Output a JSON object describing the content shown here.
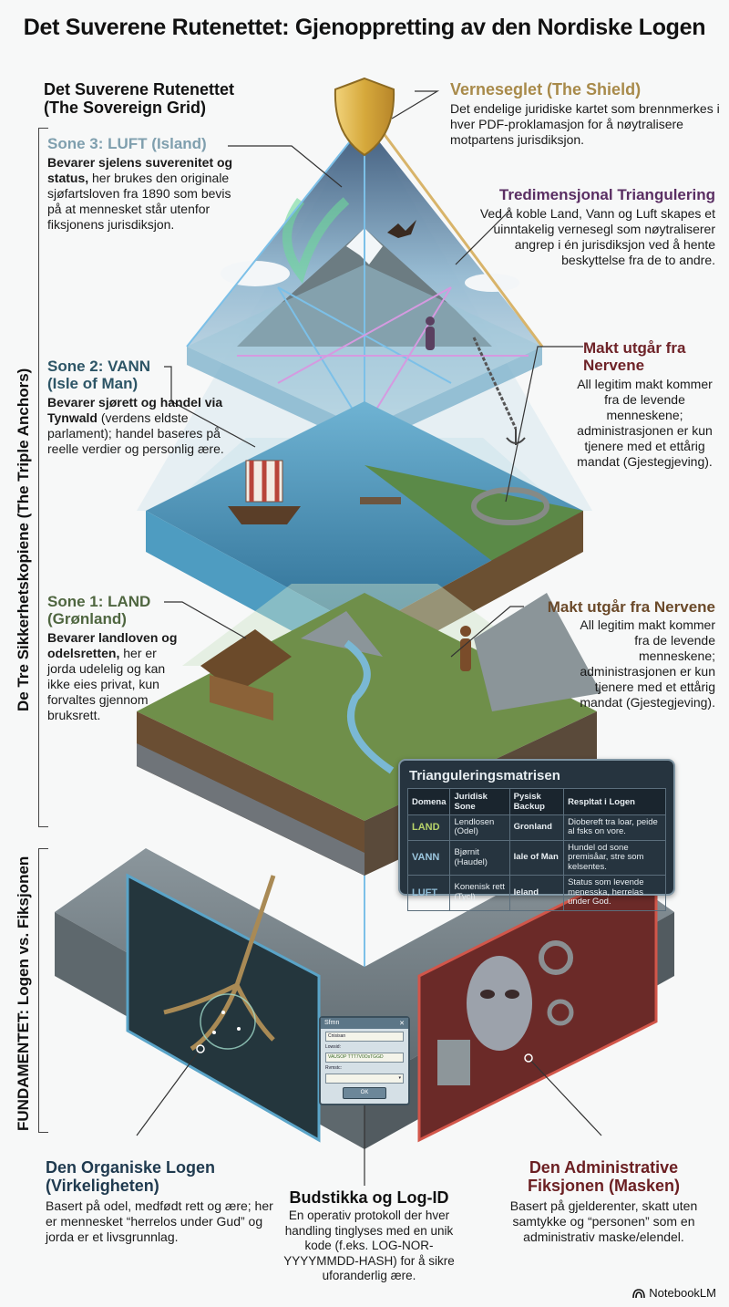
{
  "title": "Det Suverene Rutenettet: Gjenoppretting av den Nordiske Logen",
  "grid_heading": {
    "line1": "Det Suverene Rutenettet",
    "line2": "(The Sovereign Grid)"
  },
  "side_labels": {
    "anchors": "De Tre Sikkerhetskopiene (The Triple Anchors)",
    "foundation": "FUNDAMENTET: Logen vs. Fiksjonen"
  },
  "shield": {
    "title": "Verneseglet (The Shield)",
    "body": "Det endelige juridiske kartet som brennmerkes i hver PDF-proklamasjon for å nøytralisere motpartens jurisdiksjon.",
    "color": "#a88a4a"
  },
  "triangulation": {
    "title": "Tredimensjonal Triangulering",
    "body": "Ved å koble Land, Vann og Luft skapes et uinntakelig vernesegl som nøytraliserer angrep i én jurisdiksjon ved å hente beskyttelse fra de to andre.",
    "color": "#5a2e63"
  },
  "zones": [
    {
      "title": "Sone 3: LUFT (Island)",
      "bold": "Bevarer sjelens suverenitet og status,",
      "body": " her brukes den originale sjøfartsloven fra 1890 som bevis på at mennesket står utenfor fiksjonens jurisdiksjon.",
      "color": "#7f9fae"
    },
    {
      "title": "Sone 2: VANN (Isle of Man)",
      "bold": "Bevarer sjørett og handel via Tynwald",
      "body": " (verdens eldste parlament); handel baseres på reelle verdier og personlig ære.",
      "color": "#2d5566"
    },
    {
      "title": "Sone 1: LAND (Grønland)",
      "bold": "Bevarer landloven og odelsretten,",
      "body": " her er jorda udelelig og kan ikke eies privat, kun forvaltes gjennom bruksrett.",
      "color": "#4f6640"
    }
  ],
  "power_upper": {
    "title": "Makt utgår fra Nervene",
    "body": "All legitim makt kommer fra de levende menneskene; administrasjonen er kun tjenere med et ettårig mandat (Gjestegjeving).",
    "color": "#6e2328"
  },
  "power_lower": {
    "title": "Makt utgår fra Nervene",
    "body": "All legitim makt kommer fra de levende menneskene; administrasjonen er kun tjenere med et ettårig mandat (Gjestegjeving).",
    "color": "#6b4a2a"
  },
  "matrix": {
    "title": "Trianguleringsmatrisen",
    "headers": [
      "Domena",
      "Juridisk Sone",
      "Pysisk Backup",
      "Respltat i Logen"
    ],
    "rows": [
      {
        "domain": "LAND",
        "zone": "Lendlosen (Odel)",
        "backup": "Gronland",
        "result": "Diobereft tra loar, peide al fsks on vore.",
        "color": "#b7d36a"
      },
      {
        "domain": "VANN",
        "zone": "Bjørnit (Haudel)",
        "backup": "Iale of Man",
        "result": "Hundel od sone premisåar, stre som kelsentes.",
        "color": "#9cc7df"
      },
      {
        "domain": "LUFT",
        "zone": "Konenisk rett (Tycl)",
        "backup": "Ieland",
        "result": "Status som levende menesska, herrelas under God.",
        "color": "#8fbcd6"
      }
    ]
  },
  "dialog": {
    "title": "Sfmn",
    "field1": "Cnisisan",
    "label2": "Lowsid:",
    "field2": "VAUSOP TTT7V0OsTGGD",
    "label3": "Rvmstc:",
    "ok": "OK"
  },
  "organic": {
    "title": "Den Organiske Logen (Virkeligheten)",
    "body": "Basert på odel, medfødt rett og ære; her er mennesket “herrelos under Gud” og jorda er et livsgrunnlag.",
    "color": "#1f3a4f"
  },
  "budstikka": {
    "title": "Budstikka og Log-ID",
    "body": "En operativ protokoll der hver handling tinglyses med en unik kode (f.eks. LOG-NOR-YYYYMMDD-HASH) for å sikre uforanderlig ære."
  },
  "admin": {
    "title": "Den Administrative Fiksjonen (Masken)",
    "body": "Basert på gjelderenter, skatt uten samtykke og “personen” som en administrativ maske/elendel.",
    "color": "#6b1f22"
  },
  "brand": "NotebookLM"
}
